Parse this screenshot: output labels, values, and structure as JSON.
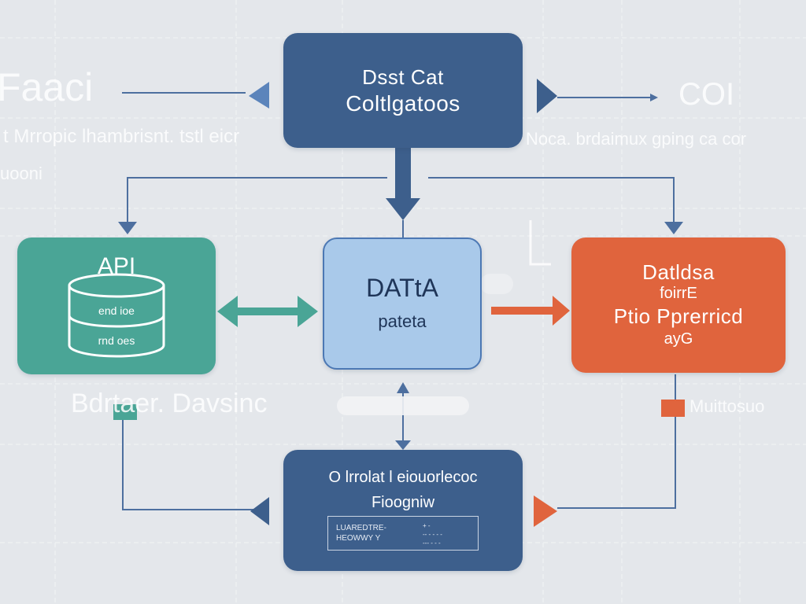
{
  "background_labels": {
    "left_title": "Faaci",
    "right_title": "COI",
    "left_caption": "t Mrropic lhambrisnt. tstl eicr",
    "left_caption_2": "uooni",
    "right_caption": "Noca. brdaimux gping ca cor",
    "bottom_left_caption": "Bdrtaer. Davsinc",
    "bottom_right_caption": "Muittosuo"
  },
  "nodes": {
    "top": {
      "line1": "Dsst Cat",
      "line2": "Coltlgatoos"
    },
    "api": {
      "title": "API",
      "db_top": "end ioe",
      "db_bottom": "rnd oes"
    },
    "center": {
      "title": "DATtA",
      "subtitle": "pateta"
    },
    "right": {
      "line1": "Datldsa",
      "line2": "foirrE",
      "line3": "Ptio Pprerricd",
      "line4": "ayG"
    },
    "bottom": {
      "line1": "O lrrolat l eiouorlecoc",
      "line2": "Fioogniw",
      "table_row1": "LUAREDTRE-",
      "table_row2": "HEOWWY Y",
      "table_right1": "+ -",
      "table_right2": "-- - - - -",
      "table_right3": "--- - - -"
    }
  },
  "colors": {
    "navy": "#3d5f8c",
    "teal": "#4aa596",
    "light_blue": "#a9c9ea",
    "orange": "#e0643d",
    "background": "#e4e7eb"
  }
}
